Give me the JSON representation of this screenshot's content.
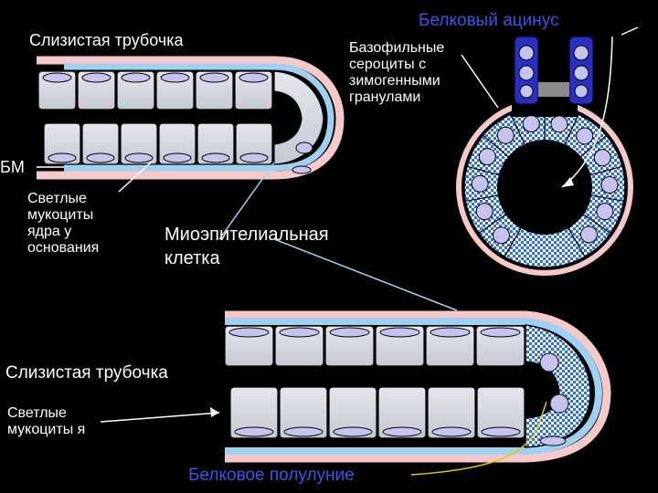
{
  "labels": {
    "mucous_tubule_top": "Слизистая трубочка",
    "protein_acinus": "Белковый ацинус",
    "basophilic_serocytes": [
      "Базофильные",
      "сероциты с",
      "зимогенными",
      "гранулами"
    ],
    "bm": "БМ",
    "light_mucocytes_top": [
      "Светлые",
      "мукоциты",
      "ядра у",
      "основания"
    ],
    "myoepithelial_cell": [
      "Миоэпителиальная",
      "клетка"
    ],
    "mucous_tubule_bottom": "Слизистая трубочка",
    "light_mucocytes_bottom": [
      "Светлые",
      "мукоциты я"
    ],
    "protein_demilune": "Белковое полулуние"
  },
  "colors": {
    "background": "#000000",
    "basement_membrane": "#f5c9c9",
    "myoepithelium": "#9fd0f2",
    "mucocyte_fill": "#d9dce3",
    "nucleus": "#c7c3ef",
    "serous_pattern": "#2f6fd8",
    "zymogen_cells": "#2a2fc4",
    "label_blue": "#3a54e6"
  }
}
